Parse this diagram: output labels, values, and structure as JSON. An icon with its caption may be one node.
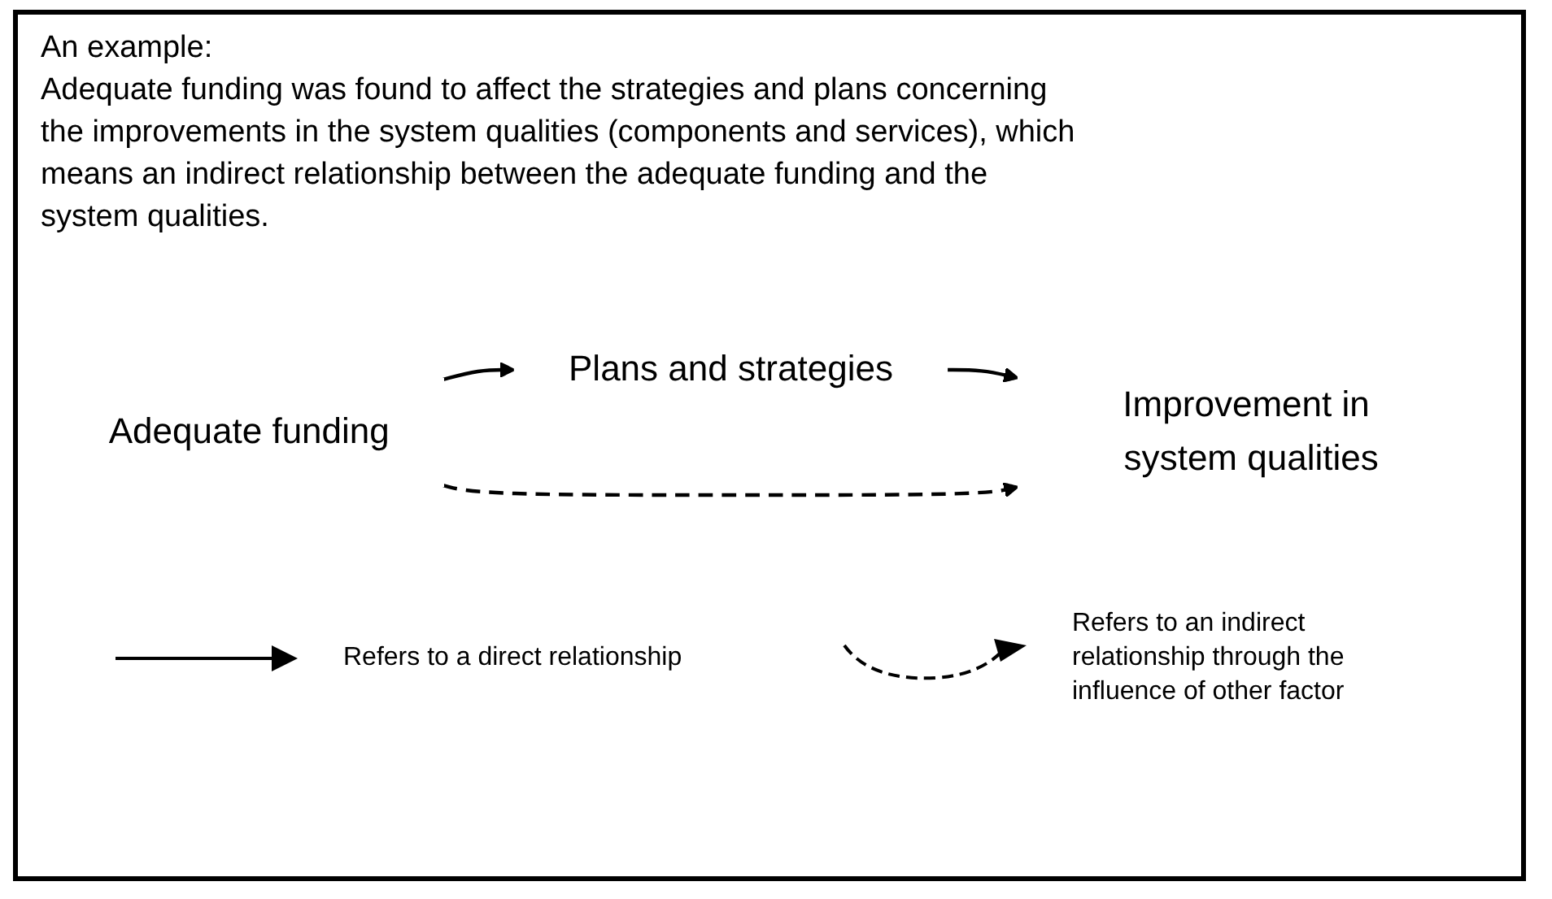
{
  "diagram": {
    "nodes": [
      {
        "text": [
          "Adequate funding"
        ]
      },
      {
        "text": [
          "Plans and strategies"
        ]
      },
      {
        "text": [
          "Improvement in system qualities"
        ]
      }
    ],
    "edges": [
      {
        "from": 0,
        "to": 1,
        "arrow": "to"
      },
      {
        "from": 1,
        "to": 2,
        "arrow": "to"
      },
      {
        "from": 0,
        "to": 2,
        "arrow": "to",
        "style": "dashed"
      }
    ],
    "labels": [
      "An example:",
      "Adequate funding was found to affect the strategies and plans concerning the improvements in the system qualities (components and services), which means an indirect relationship between the adequate funding and the system qualities."
    ],
    "legend": [
      {
        "text": "Refers to a direct relationship"
      },
      {
        "text": "Refers to an indirect relationship through the influence of other factor"
      }
    ]
  }
}
